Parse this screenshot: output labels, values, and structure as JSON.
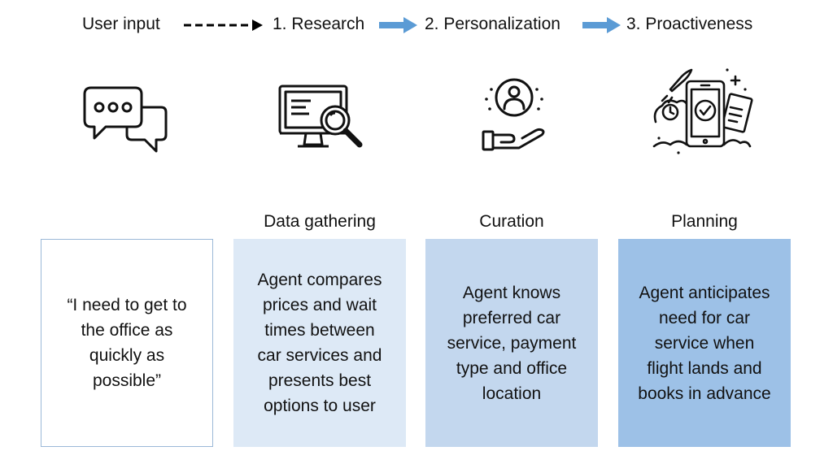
{
  "header": {
    "user_input_label": "User input",
    "step1_label": "1. Research",
    "step2_label": "2. Personalization",
    "step3_label": "3. Proactiveness"
  },
  "icons": [
    "chat-bubbles-icon",
    "monitor-search-icon",
    "hand-user-icon",
    "phone-rocket-icon"
  ],
  "colors": {
    "arrow_blue": "#5b9bd5",
    "card_border": "#9bb9d8",
    "card_2_fill": "#dde9f6",
    "card_3_fill": "#c3d7ee",
    "card_4_fill": "#9dc1e7"
  },
  "columns": [
    {
      "title": "",
      "text": "“I need to get to\nthe office as\nquickly as\npossible”"
    },
    {
      "title": "Data gathering",
      "text": "Agent compares\nprices and wait\ntimes between\ncar services and\npresents best\noptions to user"
    },
    {
      "title": "Curation",
      "text": "Agent knows\npreferred car\nservice, payment\ntype and office\nlocation"
    },
    {
      "title": "Planning",
      "text": "Agent anticipates\nneed for car\nservice when\nflight lands and\nbooks in advance"
    }
  ]
}
